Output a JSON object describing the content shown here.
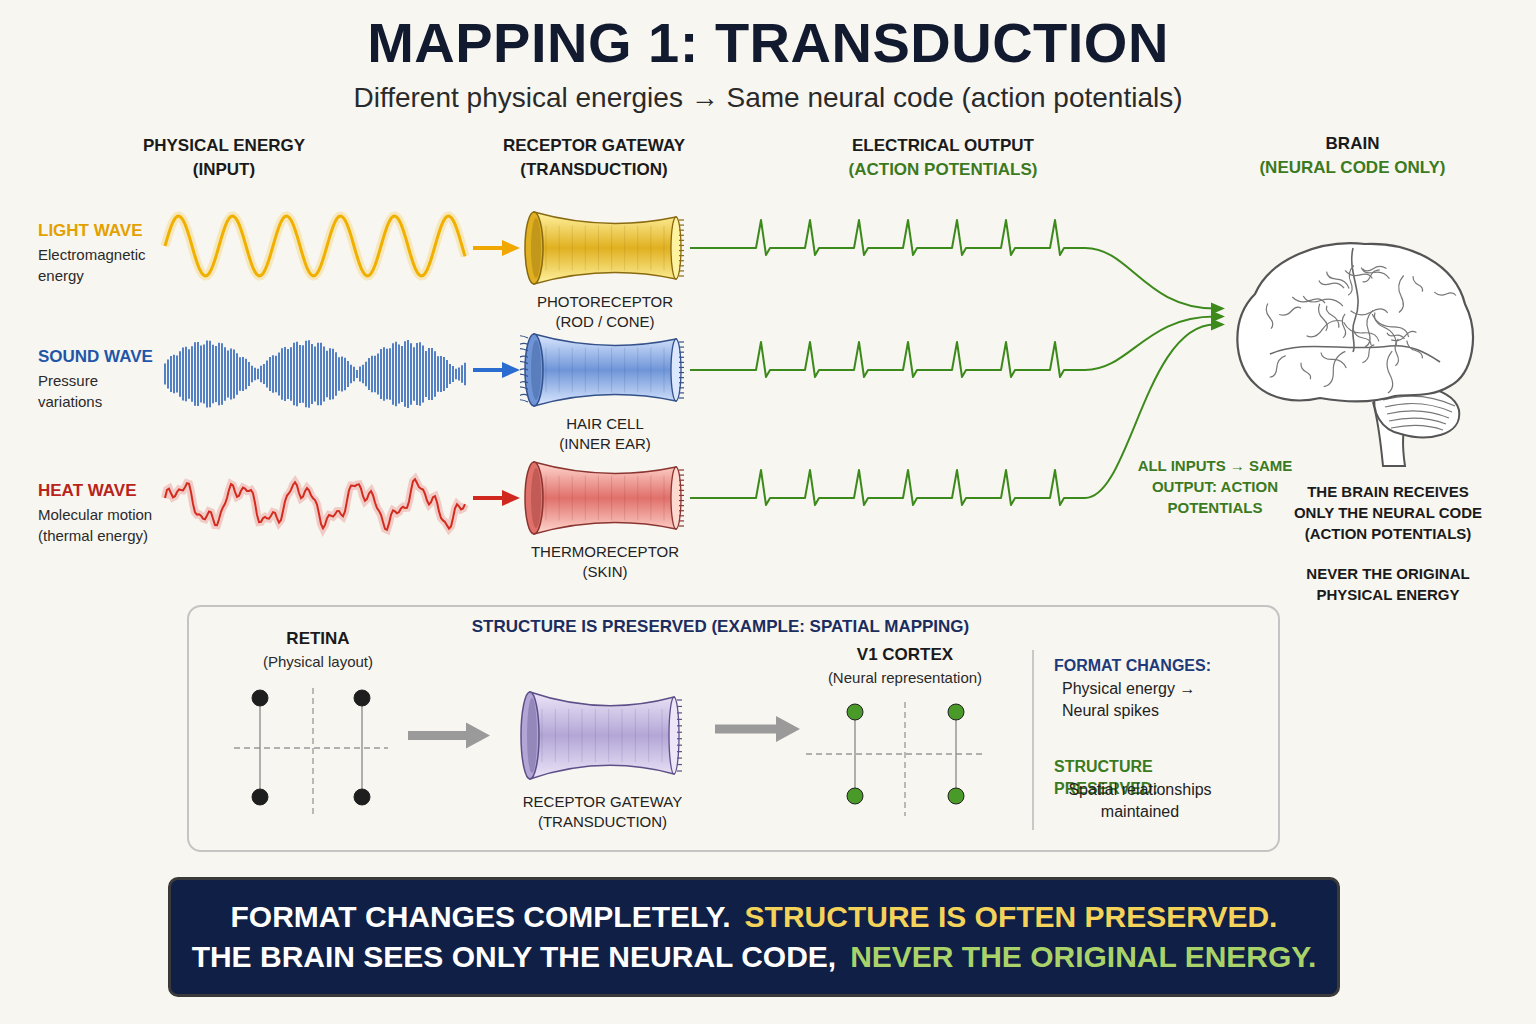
{
  "diagram": {
    "title": "MAPPING 1: TRANSDUCTION",
    "nodes": [
      {
        "text": [
          "LIGHT WAVE",
          "Electromagnetic energy"
        ]
      },
      {
        "text": [
          "PHOTORECEPTOR (ROD / CONE)"
        ]
      },
      {
        "text": [
          "SOUND WAVE",
          "Pressure variations"
        ]
      },
      {
        "text": [
          "HAIR CELL (INNER EAR)"
        ]
      },
      {
        "text": [
          "HEAT WAVE",
          "Molecular motion (thermal energy)"
        ]
      },
      {
        "text": [
          "THERMORECEPTOR (SKIN)"
        ]
      },
      {
        "text": [
          "BRAIN",
          "(NEURAL CODE ONLY)"
        ]
      },
      {
        "text": [
          "STRUCTURE IS PRESERVED (EXAMPLE: SPATIAL MAPPING)"
        ]
      },
      {
        "text": [
          "RETINA",
          "(Physical layout)"
        ],
        "in": 7
      },
      {
        "text": [
          "RECEPTOR GATEWAY (TRANSDUCTION)"
        ],
        "in": 7
      },
      {
        "text": [
          "V1 CORTEX",
          "(Neural representation)"
        ],
        "in": 7
      },
      {
        "text": [
          "FORMAT CHANGES COMPLETELY.",
          "STRUCTURE IS OFTEN PRESERVED.",
          "THE BRAIN SEES ONLY THE NEURAL CODE,",
          "NEVER THE ORIGINAL ENERGY."
        ]
      }
    ],
    "edges": [
      {
        "from": 0,
        "to": 1,
        "arrow": "to"
      },
      {
        "from": 2,
        "to": 3,
        "arrow": "to"
      },
      {
        "from": 4,
        "to": 5,
        "arrow": "to"
      },
      {
        "from": 1,
        "to": 6,
        "arrow": "to"
      },
      {
        "from": 3,
        "to": 6,
        "arrow": "to"
      },
      {
        "from": 5,
        "to": 6,
        "arrow": "to"
      },
      {
        "from": 8,
        "to": 9,
        "arrow": "to"
      },
      {
        "from": 9,
        "to": 10,
        "arrow": "to"
      }
    ],
    "labels": [
      "Different physical energies → Same neural code (action potentials)",
      "PHYSICAL ENERGY (INPUT)",
      "RECEPTOR GATEWAY (TRANSDUCTION)",
      "ELECTRICAL OUTPUT",
      "(ACTION POTENTIALS)",
      "ALL INPUTS → SAME OUTPUT: ACTION POTENTIALS",
      "THE BRAIN RECEIVES ONLY THE NEURAL CODE (ACTION POTENTIALS)",
      "NEVER THE ORIGINAL PHYSICAL ENERGY",
      "FORMAT CHANGES:",
      "Physical energy → Neural spikes",
      "STRUCTURE PRESERVED:",
      "Spatial relationships maintained"
    ]
  }
}
